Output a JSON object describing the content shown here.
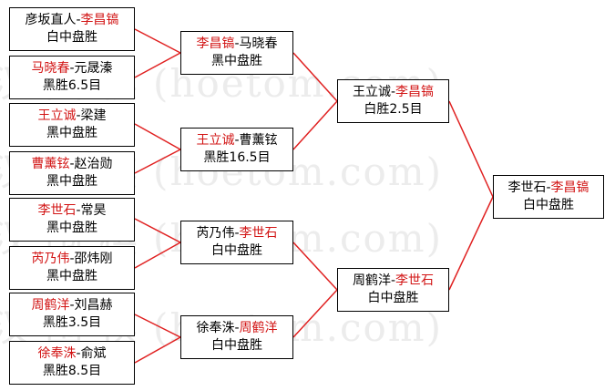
{
  "watermark_text": "汉 围 棋 (hoetom.com)",
  "matches": {
    "r1": [
      {
        "p1": "彦坂直人",
        "p2": "李昌镐",
        "winner": "p2",
        "result": "白中盘胜"
      },
      {
        "p1": "马晓春",
        "p2": "元晟溱",
        "winner": "p1",
        "result": "黑胜6.5目"
      },
      {
        "p1": "王立诚",
        "p2": "梁建",
        "winner": "p1",
        "result": "黑中盘胜"
      },
      {
        "p1": "曹薰铉",
        "p2": "赵治勋",
        "winner": "p1",
        "result": "黑中盘胜"
      },
      {
        "p1": "李世石",
        "p2": "常昊",
        "winner": "p1",
        "result": "黑中盘胜"
      },
      {
        "p1": "芮乃伟",
        "p2": "邵炜刚",
        "winner": "p1",
        "result": "黑中盘胜"
      },
      {
        "p1": "周鹤洋",
        "p2": "刘昌赫",
        "winner": "p1",
        "result": "黑胜3.5目"
      },
      {
        "p1": "徐奉洙",
        "p2": "俞斌",
        "winner": "p1",
        "result": "黑胜8.5目"
      }
    ],
    "r2": [
      {
        "p1": "李昌镐",
        "p2": "马晓春",
        "winner": "p1",
        "result": "黑中盘胜"
      },
      {
        "p1": "王立诚",
        "p2": "曹薰铉",
        "winner": "p1",
        "result": "黑胜16.5目"
      },
      {
        "p1": "芮乃伟",
        "p2": "李世石",
        "winner": "p2",
        "result": "白中盘胜"
      },
      {
        "p1": "徐奉洙",
        "p2": "周鹤洋",
        "winner": "p2",
        "result": "白中盘胜"
      }
    ],
    "r3": [
      {
        "p1": "王立诚",
        "p2": "李昌镐",
        "winner": "p2",
        "result": "白胜2.5目"
      },
      {
        "p1": "周鹤洋",
        "p2": "李世石",
        "winner": "p2",
        "result": "白中盘胜"
      }
    ],
    "r4": [
      {
        "p1": "李世石",
        "p2": "李昌镐",
        "winner": "p2",
        "result": "白中盘胜"
      }
    ]
  },
  "colors": {
    "winner_text": "#d21414",
    "connector": "#e02020",
    "box_border": "#000000",
    "watermark": "#ececec"
  }
}
